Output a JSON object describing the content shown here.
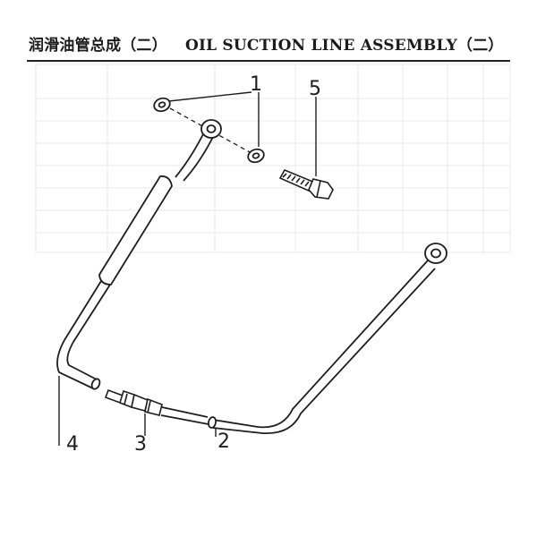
{
  "header": {
    "title_cn": "润滑油管总成（二）",
    "title_en": "OIL SUCTION LINE ASSEMBLY（二）"
  },
  "callouts": [
    {
      "id": "1",
      "label": "1",
      "part": "washer"
    },
    {
      "id": "2",
      "label": "2",
      "part": "long-oil-pipe"
    },
    {
      "id": "3",
      "label": "3",
      "part": "union-connector"
    },
    {
      "id": "4",
      "label": "4",
      "part": "short-oil-pipe"
    },
    {
      "id": "5",
      "label": "5",
      "part": "banjo-bolt"
    }
  ],
  "colors": {
    "ink": "#1e1e1e",
    "ghost": "#e6e6e6",
    "paper": "#ffffff"
  }
}
